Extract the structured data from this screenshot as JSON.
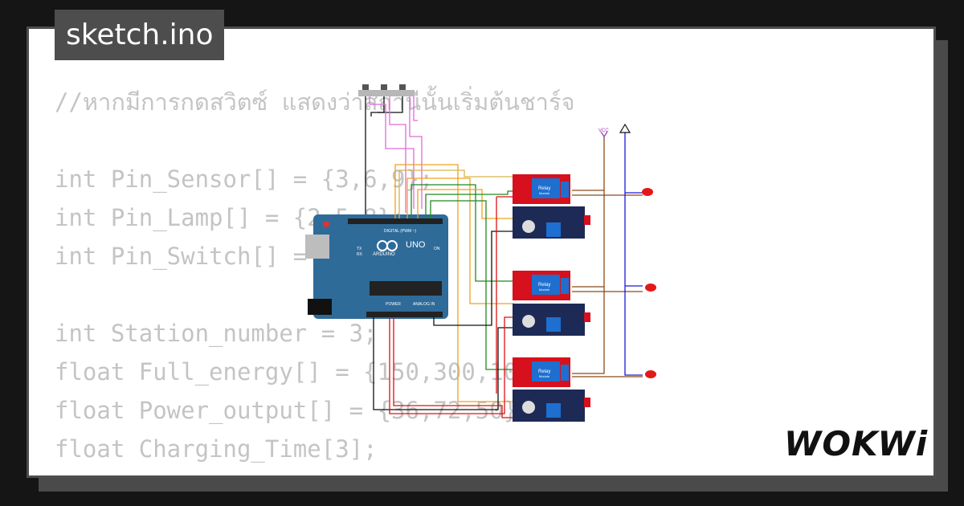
{
  "file_tab": {
    "label": "sketch.ino"
  },
  "code_lines": [
    "//หากมีการกดสวิตซ์ แสดงว่าสถานีนั้นเริ่มต้นชาร์จ",
    "",
    "int Pin_Sensor[] = {3,6,9};",
    "int Pin_Lamp[] = {2,5,8};",
    "int Pin_Switch[] = {4,7,10};",
    "",
    "int Station_number = 3;",
    "float Full_energy[] = {150,300,100};",
    "float Power_output[] = {36,72,50};",
    "float Charging_Time[3];"
  ],
  "board": {
    "brand": "ARDUINO",
    "model": "UNO",
    "digital_label": "DIGITAL (PWM ~)",
    "analog_label": "ANALOG IN",
    "power_label": "POWER",
    "tx_label": "TX",
    "rx_label": "RX",
    "on_label": "ON"
  },
  "relay_label": "Relay",
  "relay_sub": "Module",
  "vcc_label": "VCC",
  "logo": {
    "text": "WOKWi"
  },
  "colors": {
    "background": "#151515",
    "card": "#ffffff",
    "code_text": "#c4c4c4",
    "board": "#2e6b99",
    "relay": "#d6101c",
    "sensor": "#1d2a56"
  }
}
